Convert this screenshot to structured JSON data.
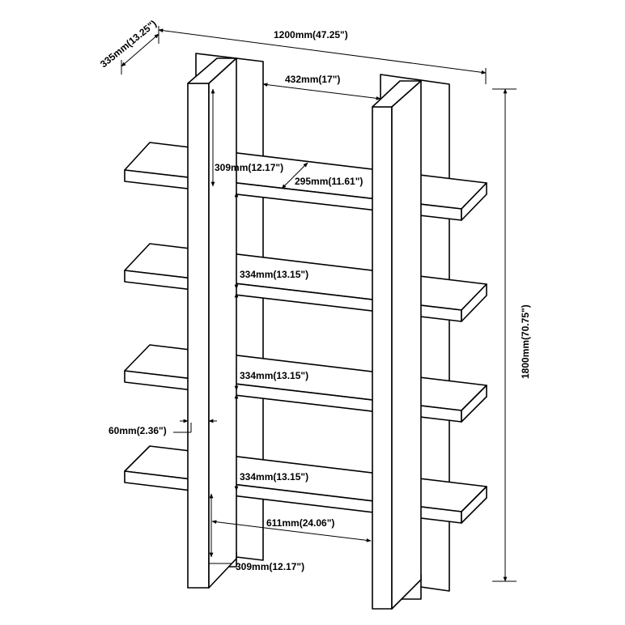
{
  "dimensions": {
    "depth": "335mm(13.25\")",
    "width": "1200mm(47.25\")",
    "height": "1800mm(70.75\")",
    "inner_width": "432mm(17\")",
    "top_gap": "309mm(12.17\")",
    "shelf_depth": "295mm(11.61\")",
    "gap_1": "334mm(13.15\")",
    "gap_2": "334mm(13.15\")",
    "gap_3": "334mm(13.15\")",
    "post_width": "60mm(2.36\")",
    "bottom_width": "611mm(24.06\")",
    "bottom_gap": "309mm(12.17\")"
  }
}
